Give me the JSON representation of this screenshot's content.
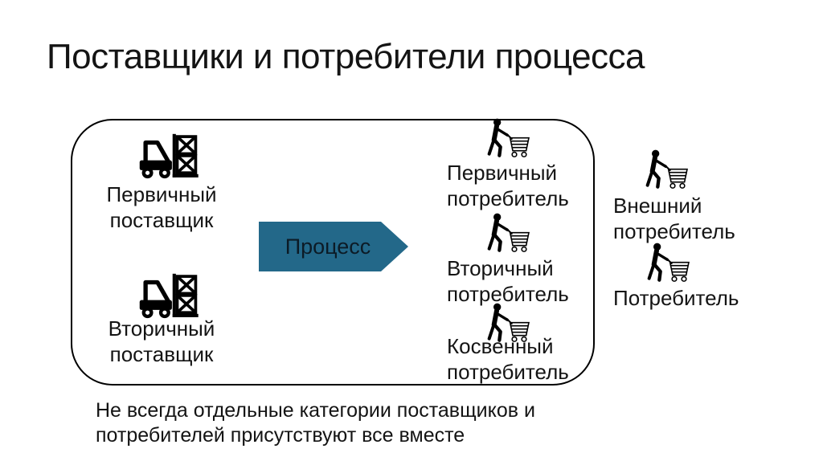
{
  "title": "Поставщики и потребители процесса",
  "process_arrow": {
    "label": "Процесс",
    "fill_color": "#236889"
  },
  "suppliers": [
    {
      "label": "Первичный поставщик",
      "icon": "forklift-icon"
    },
    {
      "label": "Вторичный поставщик",
      "icon": "forklift-icon"
    }
  ],
  "internal_consumers": [
    {
      "label": "Первичный потребитель",
      "icon": "person-cart-icon"
    },
    {
      "label": "Вторичный потребитель",
      "icon": "person-cart-icon"
    },
    {
      "label": "Косвенный потребитель",
      "icon": "person-cart-icon"
    }
  ],
  "external_consumers": [
    {
      "label": "Внешний потребитель",
      "icon": "person-cart-icon"
    },
    {
      "label": "Потребитель",
      "icon": "person-cart-icon"
    }
  ],
  "footnote_lines": [
    "Не всегда отдельные категории поставщиков и",
    "потребителей присутствуют все вместе"
  ],
  "colors": {
    "text": "#141414",
    "border": "#000000",
    "background": "#ffffff"
  }
}
